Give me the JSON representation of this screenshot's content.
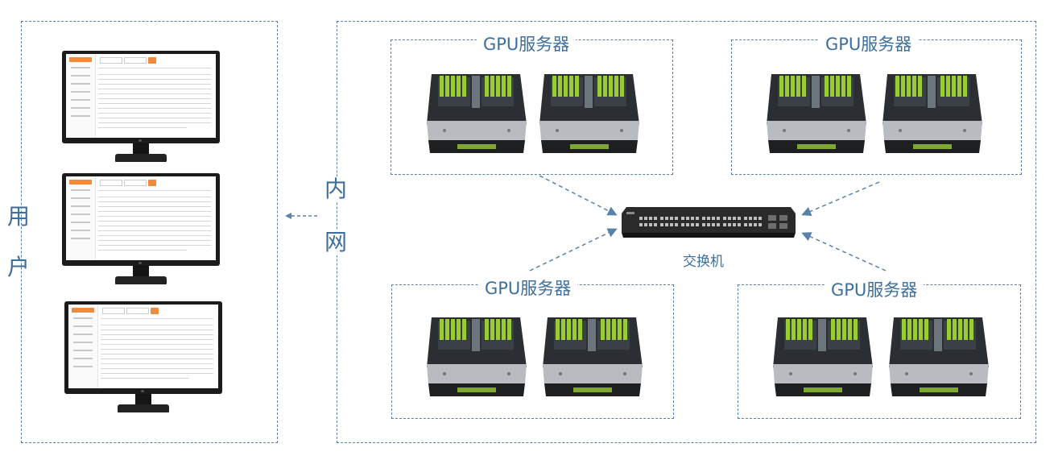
{
  "zones": {
    "users_label_chars": [
      "用",
      "户"
    ],
    "intranet_label_chars": [
      "内",
      "网"
    ]
  },
  "server_groups": [
    {
      "title": "GPU服务器"
    },
    {
      "title": "GPU服务器"
    },
    {
      "title": "GPU服务器"
    },
    {
      "title": "GPU服务器"
    }
  ],
  "switch": {
    "label": "交换机"
  },
  "colors": {
    "line": "#5a82a8",
    "label": "#3d6f9e",
    "screen_accent": "#f08a3c",
    "gpu_green": "#9acd32"
  },
  "icons": {
    "monitor": "desktop-monitor-icon",
    "server": "gpu-server-icon",
    "switch": "network-switch-icon"
  }
}
